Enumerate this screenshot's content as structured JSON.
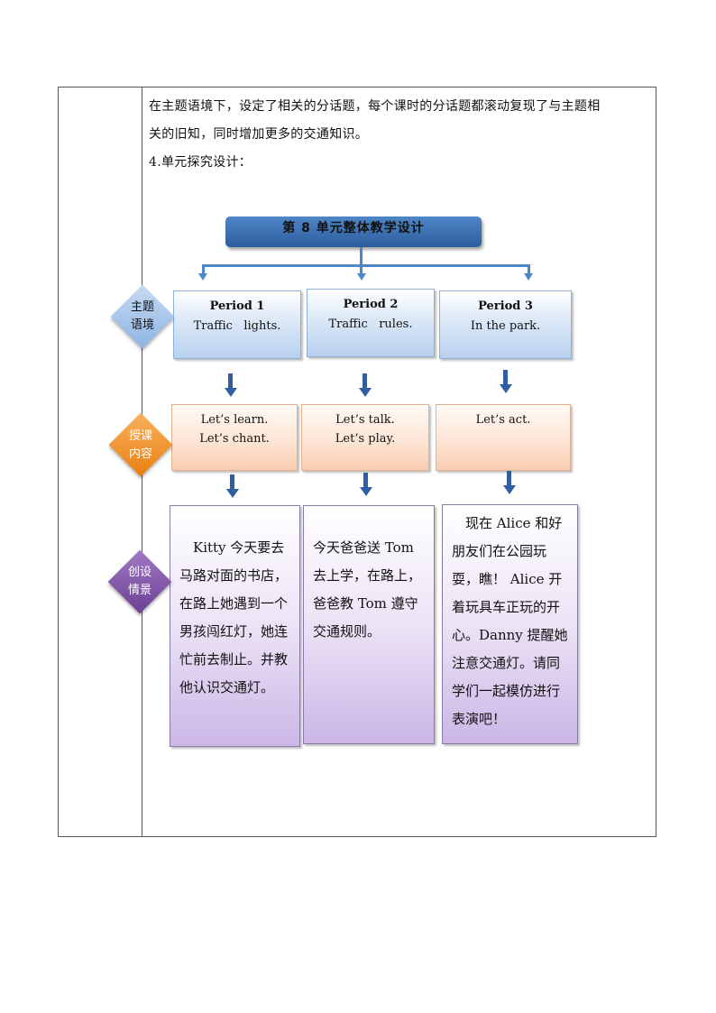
{
  "intro": {
    "line1": "在主题语境下，设定了相关的分话题，每个课时的分话题都滚动复现了与主题相",
    "line2": "关的旧知，同时增加更多的交通知识。",
    "line3": "4.单元探究设计："
  },
  "diagram": {
    "title": "第 8 单元整体教学设计",
    "periods": [
      {
        "title": "Period 1",
        "topic": "Traffic   lights."
      },
      {
        "title": "Period 2",
        "topic": "Traffic   rules."
      },
      {
        "title": "Period 3",
        "topic": "In the park."
      }
    ],
    "lessons": [
      {
        "line1": "Let’s learn.",
        "line2": "Let’s chant."
      },
      {
        "line1": "Let’s talk.",
        "line2": "Let’s play."
      },
      {
        "line1": "Let’s act.",
        "line2": ""
      }
    ],
    "scenes": [
      {
        "text": "　Kitty 今天要去马路对面的书店，在路上她遇到一个男孩闯红灯，她连忙前去制止。并教他认识交通灯。"
      },
      {
        "text": "今天爸爸送 Tom 去上学，在路上，爸爸教 Tom 遵守交通规则。"
      },
      {
        "text": "　现在 Alice 和好朋友们在公园玩耍，瞧！ Alice 开着玩具车正玩的开心。Danny 提醒她注意交通灯。请同学们一起模仿进行表演吧！"
      }
    ],
    "side_labels": {
      "theme": {
        "line1": "主题",
        "line2": "语境"
      },
      "lesson": {
        "line1": "授课",
        "line2": "内容"
      },
      "scene": {
        "line1": "创设",
        "line2": "情景"
      }
    },
    "colors": {
      "theme": "#8eb4e3",
      "lesson": "#f08a1d",
      "scene": "#7a4f9e"
    }
  }
}
